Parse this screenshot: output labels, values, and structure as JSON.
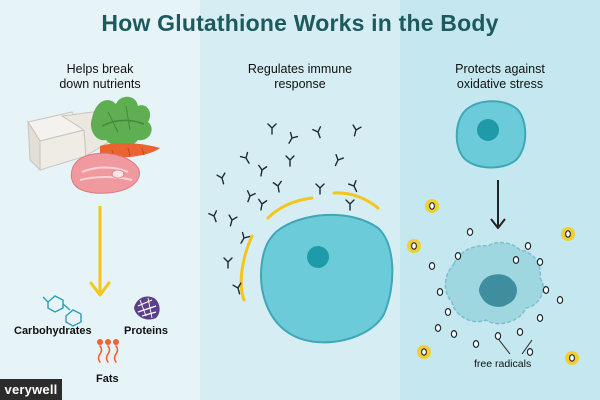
{
  "title": "How Glutathione Works in the Body",
  "panels": [
    {
      "heading_line1": "Helps break",
      "heading_line2": "down nutrients"
    },
    {
      "heading_line1": "Regulates immune",
      "heading_line2": "response"
    },
    {
      "heading_line1": "Protects against",
      "heading_line2": "oxidative stress"
    }
  ],
  "nutrients": {
    "carbohydrates": "Carbohydrates",
    "proteins": "Proteins",
    "fats": "Fats"
  },
  "free_radicals_label": "free radicals",
  "brand": "verywell",
  "colors": {
    "panel1_bg": "#e6f4f8",
    "panel2_bg": "#d5edf3",
    "panel3_bg": "#c5e8f0",
    "title": "#1d5a5d",
    "cell_fill": "#6ccbd9",
    "cell_stroke": "#3fa7b8",
    "nucleus": "#1f9aa8",
    "arrow_yellow": "#f5c51b",
    "radical_yellow": "#f2cf30",
    "food_salmon": "#f09aa0",
    "food_greens": "#5fae52",
    "food_carrot": "#ea6330"
  },
  "icons": [
    "molecule-icon",
    "protein-icon",
    "fat-icon",
    "antibody-icon",
    "free-radical-icon"
  ]
}
